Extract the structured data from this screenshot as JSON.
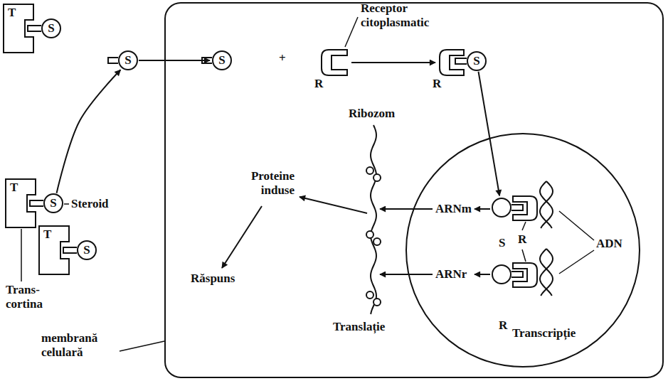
{
  "diagram": {
    "nodes": [
      {
        "text": [
          "S"
        ]
      },
      {
        "text": [
          "S"
        ]
      },
      {
        "text": [
          "S"
        ]
      },
      {
        "text": [
          "S"
        ]
      },
      {
        "text": [
          "ADN",
          "Transcripție"
        ]
      },
      {
        "text": [
          "S"
        ],
        "in": 4
      },
      {
        "text": [
          "R"
        ],
        "in": 4
      },
      {
        "text": [
          "S"
        ]
      },
      {
        "text": [
          "S"
        ]
      }
    ],
    "edges": [
      {
        "from": 7,
        "to": 1,
        "arrow": "to"
      },
      {
        "from": 1,
        "to": 2,
        "arrow": "to"
      },
      {
        "from": 3,
        "to": 5,
        "arrow": "to"
      }
    ],
    "labels": [
      "Receptor citoplasmatic",
      "R",
      "+",
      "R",
      "Ribozom",
      "ARNm",
      "ARNr",
      "R",
      "Proteine induse",
      "Răspuns",
      "Translație",
      "T",
      "T",
      "T",
      "Steroid",
      "Trans- cortina",
      "membrană celulară"
    ]
  }
}
